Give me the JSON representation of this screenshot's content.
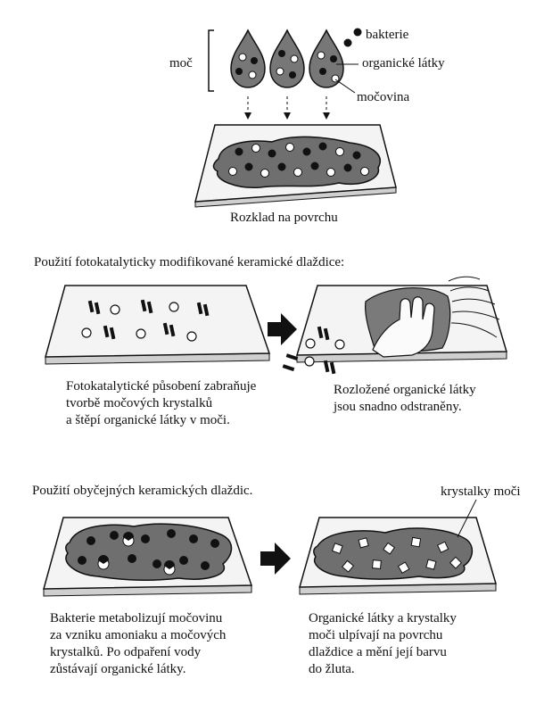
{
  "top": {
    "label_moc": "moč",
    "legend_bacteria": "bakterie",
    "legend_organic": "organické látky",
    "legend_urea": "močovina",
    "caption": "Rozklad na povrchu"
  },
  "photocatalytic": {
    "heading": "Použití fotokatalyticky modifikované keramické dlaždice:",
    "caption_left": [
      "Fotokatalytické působení zabraňuje",
      "tvorbě močových krystalků",
      "a štěpí organické látky v moči."
    ],
    "caption_right": [
      "Rozložené organické látky",
      "jsou snadno odstraněny."
    ]
  },
  "ordinary": {
    "heading": "Použití obyčejných keramických dlaždic.",
    "label_crystals": "krystalky moči",
    "caption_left": [
      "Bakterie metabolizují močovinu",
      "za vzniku amoniaku a močových",
      "krystalků. Po odpaření vody",
      "zůstávají organické látky."
    ],
    "caption_right": [
      "Organické látky a krystalky",
      "moči ulpívají na povrchu",
      "dlaždice a mění její barvu",
      "do žluta."
    ]
  },
  "colors": {
    "ink": "#111111",
    "stain": "#6f6f6f",
    "tile_top": "#f4f4f4",
    "tile_edge": "#cfcfcf"
  }
}
